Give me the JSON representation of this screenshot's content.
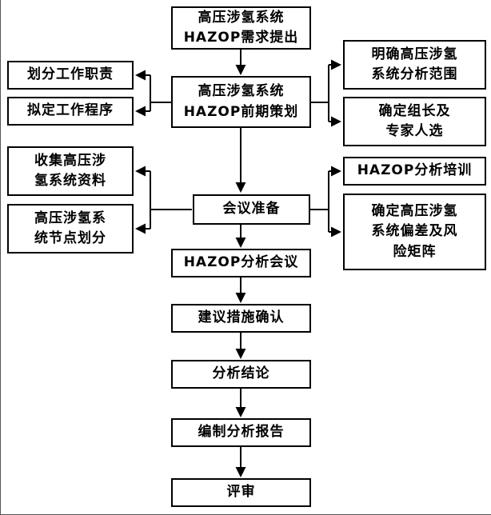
{
  "nodes": {
    "requirement": {
      "label": "高压涉氢系统\nHAZOP需求提出"
    },
    "planning": {
      "label": "高压涉氢系统\nHAZOP前期策划"
    },
    "duties": {
      "label": "划分工作职责"
    },
    "procedures": {
      "label": "拟定工作程序"
    },
    "scope": {
      "label": "明确高压涉氢\n系统分析范围"
    },
    "leader": {
      "label": "确定组长及\n专家人选"
    },
    "meeting_prep": {
      "label": "会议准备"
    },
    "collect_data": {
      "label": "收集高压涉\n氢系统资料"
    },
    "node_division": {
      "label": "高压涉氢系\n统节点划分"
    },
    "training": {
      "label": "HAZOP分析培训"
    },
    "risk_matrix": {
      "label": "确定高压涉氢\n系统偏差及风\n险矩阵"
    },
    "analysis_meeting": {
      "label": "HAZOP分析会议"
    },
    "measures": {
      "label": "建议措施确认"
    },
    "conclusion": {
      "label": "分析结论"
    },
    "report": {
      "label": "编制分析报告"
    },
    "review": {
      "label": "评审"
    }
  },
  "edges": [
    {
      "from": "requirement",
      "to": "planning"
    },
    {
      "from": "planning",
      "to": "duties"
    },
    {
      "from": "planning",
      "to": "procedures"
    },
    {
      "from": "planning",
      "to": "scope"
    },
    {
      "from": "planning",
      "to": "leader"
    },
    {
      "from": "planning",
      "to": "meeting_prep"
    },
    {
      "from": "meeting_prep",
      "to": "collect_data"
    },
    {
      "from": "meeting_prep",
      "to": "node_division"
    },
    {
      "from": "meeting_prep",
      "to": "training"
    },
    {
      "from": "meeting_prep",
      "to": "risk_matrix"
    },
    {
      "from": "meeting_prep",
      "to": "analysis_meeting"
    },
    {
      "from": "analysis_meeting",
      "to": "measures"
    },
    {
      "from": "measures",
      "to": "conclusion"
    },
    {
      "from": "conclusion",
      "to": "report"
    },
    {
      "from": "report",
      "to": "review"
    }
  ],
  "colors": {
    "box_border": "#000000",
    "box_background": "#ffffff",
    "text": "#000000",
    "arrow": "#000000"
  }
}
